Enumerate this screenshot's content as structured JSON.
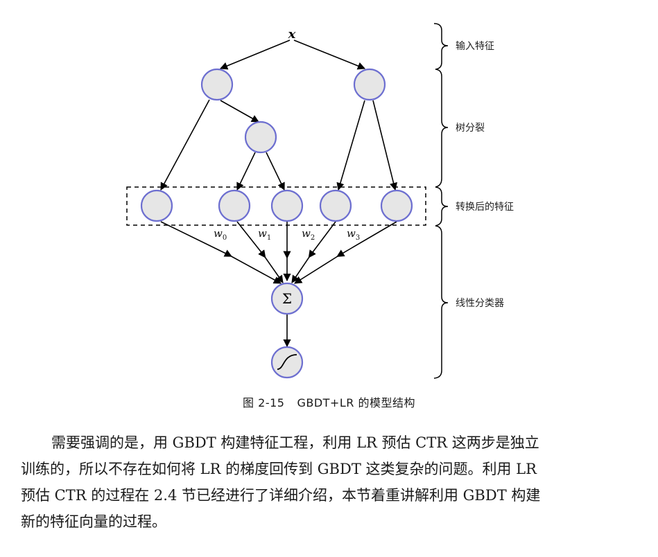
{
  "figure": {
    "input_label": "x",
    "bracket_labels": [
      "输入特征",
      "树分裂",
      "转换后的特征",
      "线性分类器"
    ],
    "weights": [
      {
        "base": "w",
        "sub": "0"
      },
      {
        "base": "w",
        "sub": "1"
      },
      {
        "base": "w",
        "sub": "2"
      },
      {
        "base": "w",
        "sub": "3"
      }
    ],
    "sum_symbol": "Σ",
    "caption_number": "图 2-15",
    "caption_title": "GBDT+LR 的模型结构"
  },
  "body": {
    "lines": [
      "需要强调的是，用 GBDT 构建特征工程，利用 LR 预估 CTR 这两步是独立",
      "训练的，所以不存在如何将 LR 的梯度回传到 GBDT 这类复杂的问题。利用 LR",
      "预估 CTR 的过程在 2.4 节已经进行了详细介绍，本节着重讲解利用 GBDT 构建",
      "新的特征向量的过程。"
    ]
  }
}
